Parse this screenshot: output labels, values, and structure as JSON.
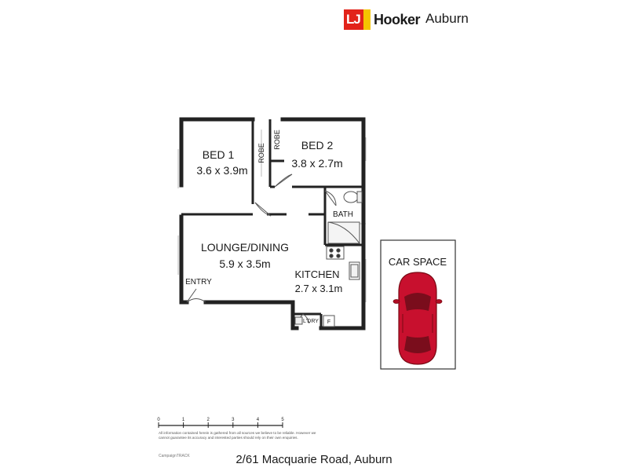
{
  "header": {
    "logo_mark": "LJ",
    "logo_text": "Hooker",
    "office": "Auburn"
  },
  "rooms": {
    "bed1": {
      "name": "BED 1",
      "size": "3.6 x 3.9m"
    },
    "bed2": {
      "name": "BED 2",
      "size": "3.8 x 2.7m"
    },
    "robe1": "ROBE",
    "robe2": "ROBE",
    "bath": "BATH",
    "lounge": {
      "name": "LOUNGE/DINING",
      "size": "5.9 x 3.5m"
    },
    "kitchen": {
      "name": "KITCHEN",
      "size": "2.7 x 3.1m"
    },
    "entry": "ENTRY",
    "laundry": "L'DRY",
    "fridge": "F"
  },
  "car_space": {
    "label": "CAR SPACE",
    "car_color": "#c8102e"
  },
  "scale": {
    "ticks": [
      "0",
      "1",
      "2",
      "3",
      "4",
      "5"
    ]
  },
  "footer": {
    "disclaimer": "All information contained herein is gathered from all sources we believe to be reliable. However we cannot guarantee its accuracy and interested parties should rely on their own enquiries.",
    "brand": "CampaignTRACK",
    "address": "2/61 Macquarie Road, Auburn"
  }
}
